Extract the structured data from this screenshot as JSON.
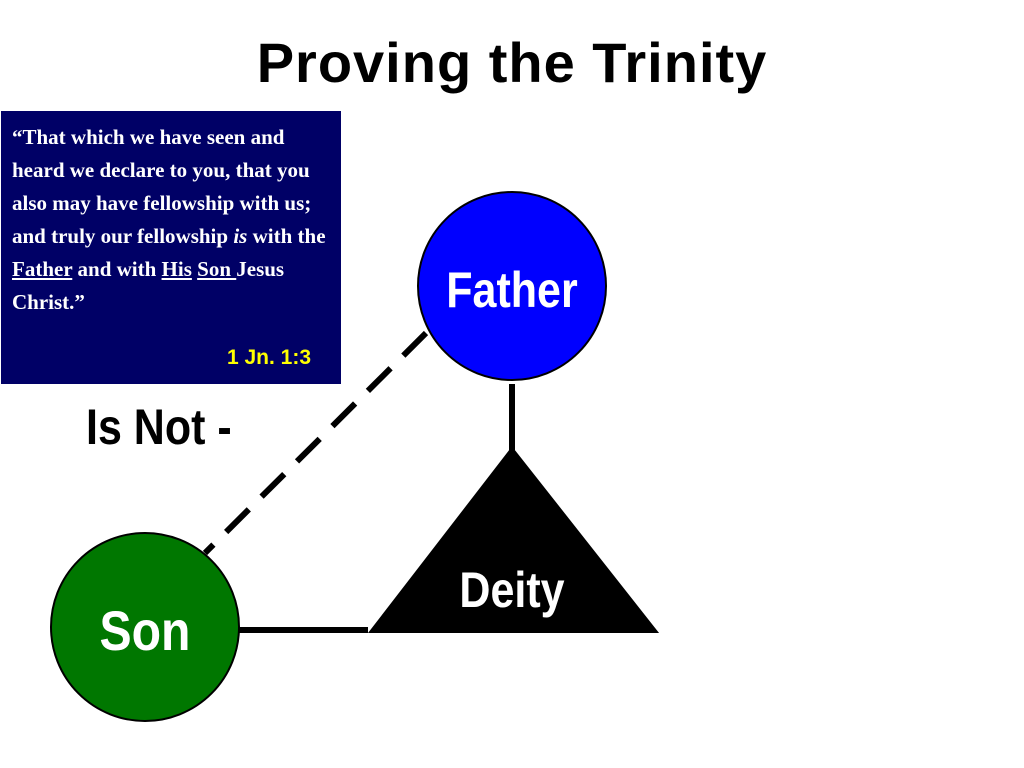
{
  "title": "Proving the Trinity",
  "quote": {
    "open": "“That which we have seen and heard we declare to you, that you also may have fellowship with us; and truly our fellowship ",
    "is": "is",
    "mid1": " with the ",
    "father": "Father",
    "mid2": " and with ",
    "his": "His",
    "son": "Son ",
    "close": "Jesus Christ.”",
    "reference": "1 Jn. 1:3"
  },
  "relation_label": "Is Not -",
  "nodes": {
    "father": {
      "label": "Father",
      "color": "#0000ff"
    },
    "son": {
      "label": "Son",
      "color": "#007700"
    },
    "deity": {
      "label": "Deity",
      "color": "#000000"
    }
  }
}
